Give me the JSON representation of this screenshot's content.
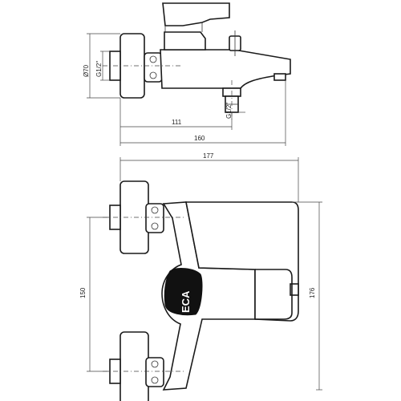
{
  "dimensions": {
    "d70": "Ø70",
    "g12_inlet": "G1/2\"",
    "g12_outlet": "G1/2\"",
    "d111": "111",
    "d160": "160",
    "d177": "177",
    "d150": "150",
    "d176": "176"
  },
  "logo": {
    "text": "ECA"
  }
}
